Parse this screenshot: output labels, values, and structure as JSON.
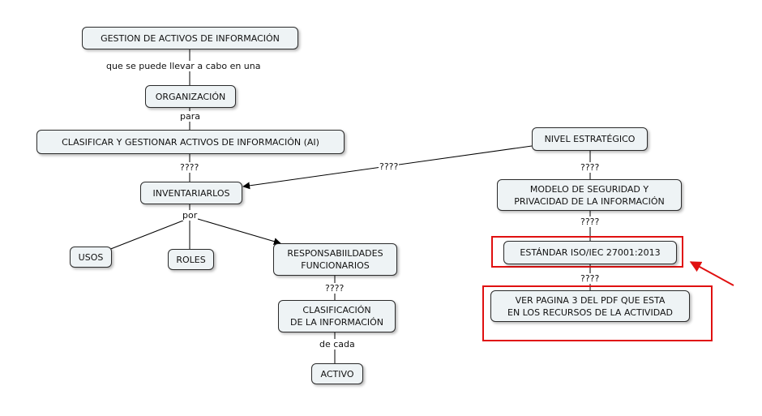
{
  "nodes": {
    "gestion": "GESTION DE ACTIVOS DE INFORMACIÓN",
    "organizacion": "ORGANIZACIÓN",
    "clasificar": "CLASIFICAR Y GESTIONAR ACTIVOS DE INFORMACIÓN (AI)",
    "inventariarlos": "INVENTARIARLOS",
    "usos": "USOS",
    "roles": "ROLES",
    "responsabilidades": "RESPONSABIILDADES\nFUNCIONARIOS",
    "clasificacion": "CLASIFICACIÓN\nDE LA INFORMACIÓN",
    "activo": "ACTIVO",
    "nivel": "NIVEL ESTRATÉGICO",
    "modelo": "MODELO DE SEGURIDAD Y\nPRIVACIDAD DE LA INFORMACIÓN",
    "estandar": "ESTÁNDAR ISO/IEC 27001:2013",
    "ver_pagina": "VER PAGINA 3 DEL PDF QUE ESTA\nEN LOS RECURSOS DE LA ACTIVIDAD"
  },
  "links": {
    "gestion_org": "que se puede llevar a cabo en una",
    "org_clasificar": "para",
    "clasificar_inv": "????",
    "inv_por": "por",
    "resp_clas": "????",
    "clas_activo": "de cada",
    "nivel_inv": "????",
    "nivel_modelo": "????",
    "modelo_estandar": "????",
    "estandar_ver": "????"
  },
  "colors": {
    "node_fill": "#eef3f5",
    "node_border": "#2b2b2b",
    "line": "#000000",
    "highlight": "#e01010"
  }
}
